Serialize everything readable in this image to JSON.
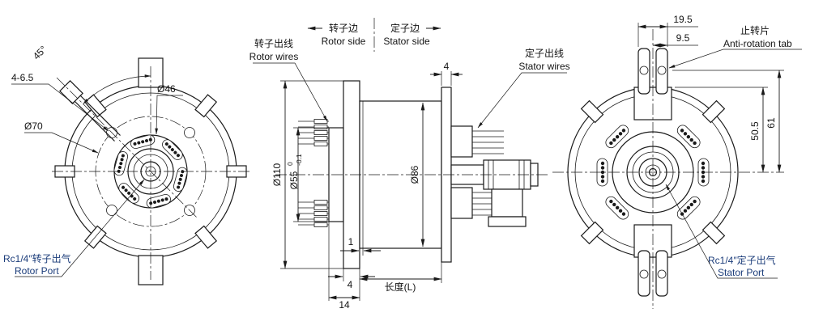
{
  "drawing": {
    "front": {
      "angle": "45°",
      "holes": "4-6.5",
      "dia46": "Ø46",
      "dia70": "Ø70",
      "port_cn": "Rc1/4″转子出气",
      "port_en": "Rotor Port"
    },
    "section": {
      "rotor_wires_cn": "转子出线",
      "rotor_wires_en": "Rotor wires",
      "rotor_side_cn": "转子边",
      "rotor_side_en": "Rotor side",
      "stator_side_cn": "定子边",
      "stator_side_en": "Stator side",
      "stator_wires_cn": "定子出线",
      "stator_wires_en": "Stator wires",
      "dim_flange4": "4",
      "dia110": "Ø110",
      "dia55": "Ø55",
      "dia55_tol_hi": "0",
      "dia55_tol_lo": "-0.1",
      "dia86": "Ø86",
      "dim_1": "1",
      "dim_4": "4",
      "dim_14": "14",
      "length": "长度(L)"
    },
    "rear": {
      "dim_19_5": "19.5",
      "dim_9_5": "9.5",
      "tab_cn": "止转片",
      "tab_en": "Anti-rotation tab",
      "dim_61": "61",
      "dim_50_5": "50.5",
      "port_cn": "Rc1/4″定子出气",
      "port_en": "Stator Port"
    }
  },
  "colors": {
    "line": "#1a1a1a",
    "text": "#141414",
    "port_text": "#1b3c7a",
    "background": "#ffffff"
  }
}
